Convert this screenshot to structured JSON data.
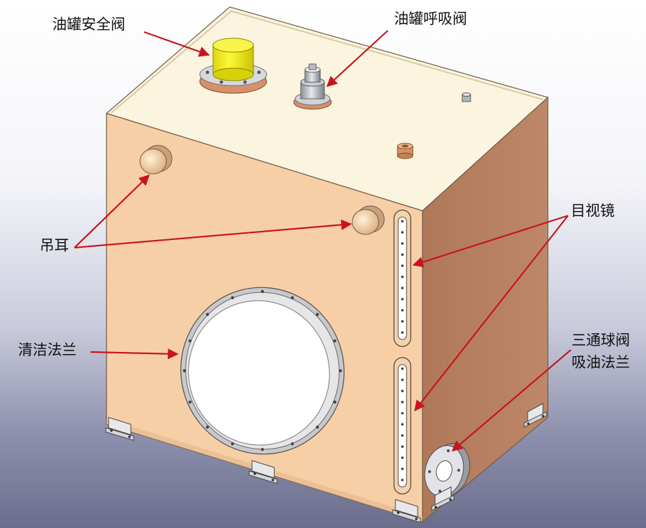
{
  "labels": {
    "safety_valve": "油罐安全阀",
    "breather_valve": "油罐呼吸阀",
    "lifting_lug": "吊耳",
    "sight_glass": "目视镜",
    "cleaning_flange": "清洁法兰",
    "ball_valve_line1": "三通球阀",
    "ball_valve_line2": "吸油法兰"
  },
  "colors": {
    "front_face": "#f7cfa6",
    "side_face": "#b57d5c",
    "top_face": "#fbf4df",
    "arrow": "#c8141c",
    "cap_yellow": "#f2ee1a"
  }
}
